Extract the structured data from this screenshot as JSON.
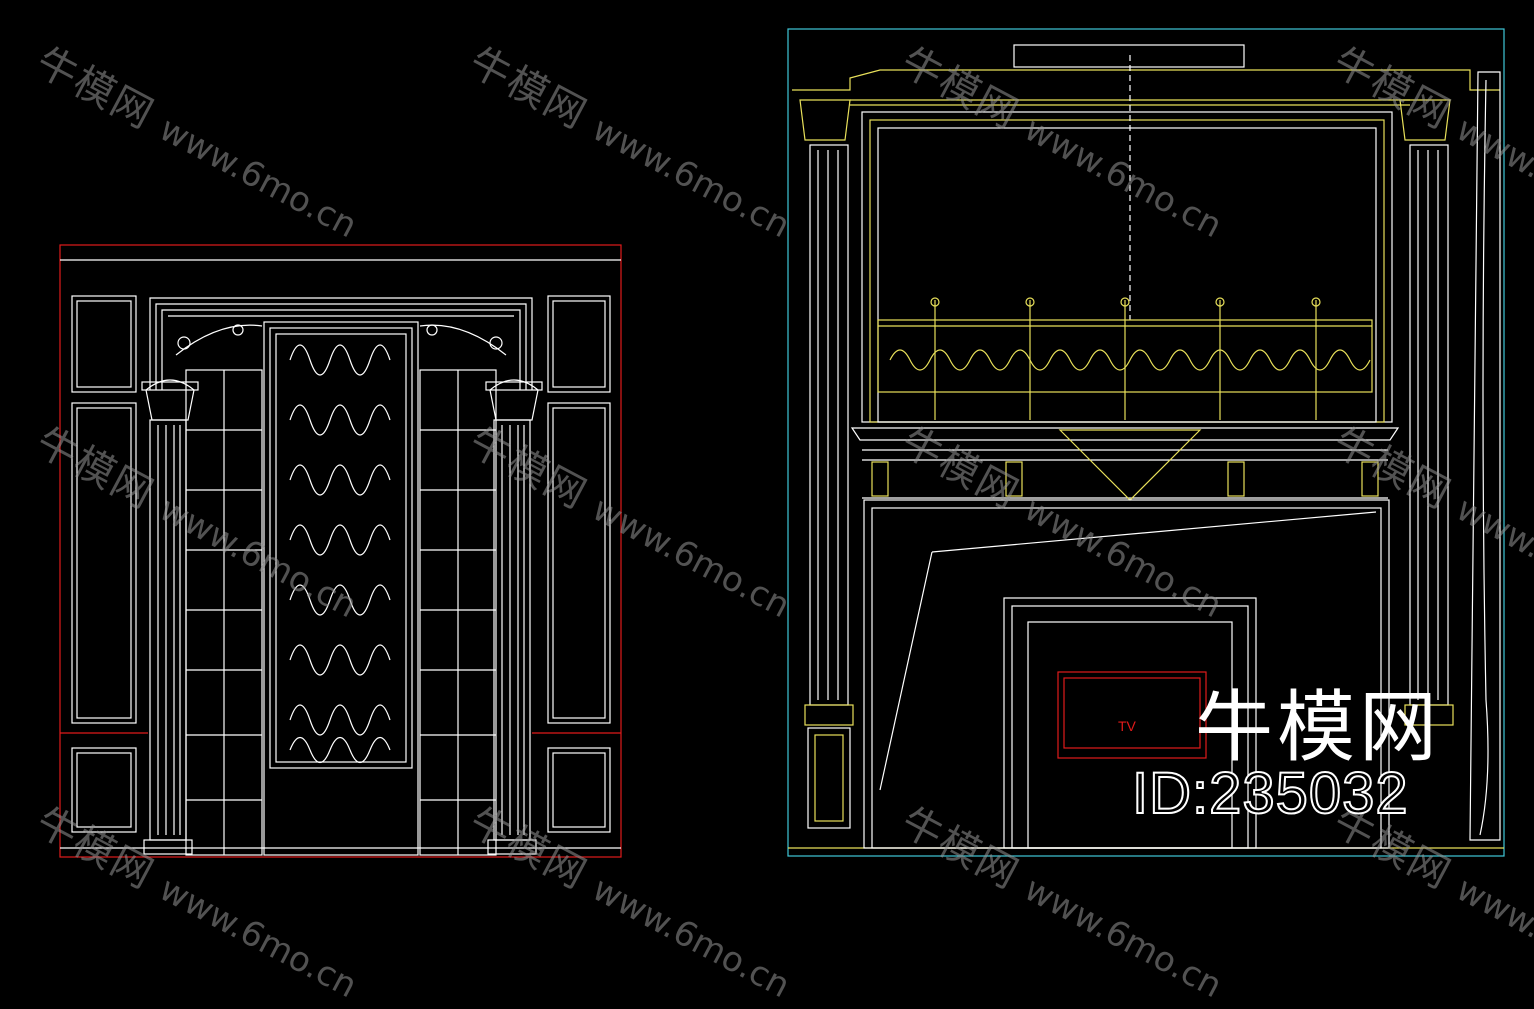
{
  "watermark": {
    "cn": "牛模网",
    "url": "www.6mo.cn"
  },
  "brand": {
    "name": "牛模网",
    "id_label": "ID:235032"
  },
  "tv_label": "TV",
  "colors": {
    "background": "#000000",
    "line_white": "#ffffff",
    "line_yellow": "#e8e05a",
    "line_red": "#e01a1a",
    "line_cyan": "#3fc8d8",
    "watermark": "#969696"
  }
}
